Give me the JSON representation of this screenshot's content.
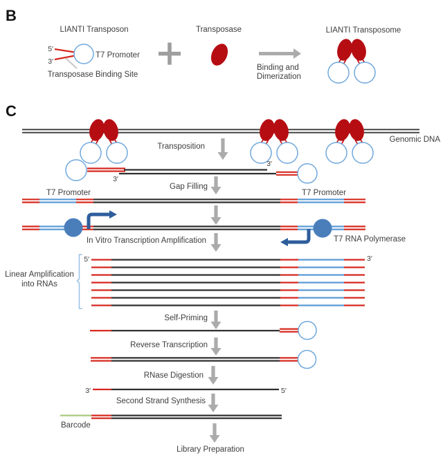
{
  "colors": {
    "red_segment": "#d6281e",
    "transposase_dark_red": "#b60d13",
    "loop_blue": "#6fa8dc",
    "t7_segment_blue": "#5b9bd5",
    "polymerase_blue": "#4a7ebb",
    "bent_arrow_blue": "#2e5d9c",
    "gray_arrow": "#ababab",
    "barcode_green": "#a8c97f",
    "dna_black": "#2f2f2f",
    "text": "#3d3d3d"
  },
  "panel_b": {
    "label": "B",
    "lianti_transposon_title": "LIANTI Transposon",
    "five_prime": "5′",
    "three_prime": "3′",
    "t7_promoter": "T7 Promoter",
    "transposase_binding_site": "Transposase Binding Site",
    "plus_icon": "+",
    "transposase_title": "Transposase",
    "binding_and": "Binding and",
    "dimerization": "Dimerization",
    "lianti_transposome_title": "LIANTI Transposome"
  },
  "panel_c": {
    "label": "C",
    "genomic_dna_label": "Genomic DNA",
    "transposition": "Transposition",
    "transposed_three_prime_left": "3′",
    "transposed_three_prime_right": "3′",
    "gap_filling": "Gap Filling",
    "t7_promoter_left": "T7 Promoter",
    "t7_promoter_right": "T7 Promoter",
    "in_vitro": "In Vitro Transcription Amplification",
    "t7_rna_polymerase": "T7 RNA Polymerase",
    "linear_amplification_line1": "Linear Amplification",
    "linear_amplification_line2": "into RNAs",
    "rna_five_prime": "5′",
    "rna_three_prime": "3′",
    "rna_count": 7,
    "self_priming": "Self-Priming",
    "reverse_transcription": "Reverse Transcription",
    "rnase_digestion": "RNase Digestion",
    "digested_three_prime": "3′",
    "digested_five_prime": "5′",
    "second_strand_synthesis": "Second Strand Synthesis",
    "barcode_label": "Barcode",
    "library_preparation": "Library Preparation"
  }
}
